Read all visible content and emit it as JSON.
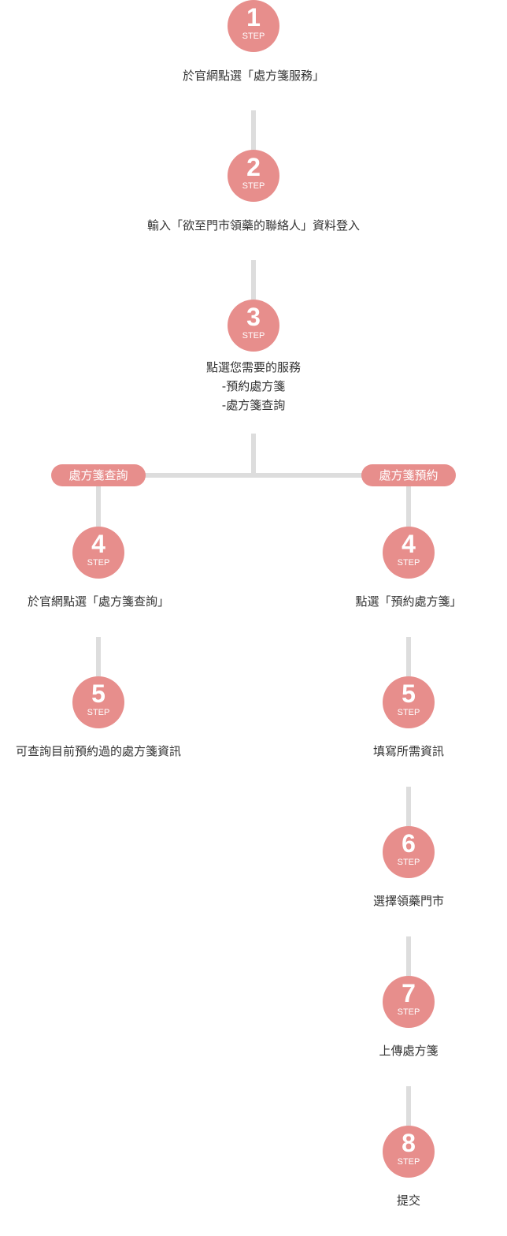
{
  "step_label": "STEP",
  "colors": {
    "accent": "#e78e8c",
    "connector": "#dddddd",
    "text": "#333333"
  },
  "main": {
    "steps": [
      {
        "number": "1",
        "text": [
          "於官網點選「處方箋服務」"
        ]
      },
      {
        "number": "2",
        "text": [
          "輸入「欲至門市領藥的聯絡人」資料登入"
        ]
      },
      {
        "number": "3",
        "text": [
          "點選您需要的服務",
          "-預約處方箋",
          "-處方箋查詢"
        ]
      }
    ]
  },
  "left_branch": {
    "label": "處方箋查詢",
    "steps": [
      {
        "number": "4",
        "text": "於官網點選「處方箋查詢」"
      },
      {
        "number": "5",
        "text": "可查詢目前預約過的處方箋資訊"
      }
    ]
  },
  "right_branch": {
    "label": "處方箋預約",
    "steps": [
      {
        "number": "4",
        "text": "點選「預約處方箋」"
      },
      {
        "number": "5",
        "text": "填寫所需資訊"
      },
      {
        "number": "6",
        "text": "選擇領藥門市"
      },
      {
        "number": "7",
        "text": "上傳處方箋"
      },
      {
        "number": "8",
        "text": "提交"
      }
    ]
  }
}
